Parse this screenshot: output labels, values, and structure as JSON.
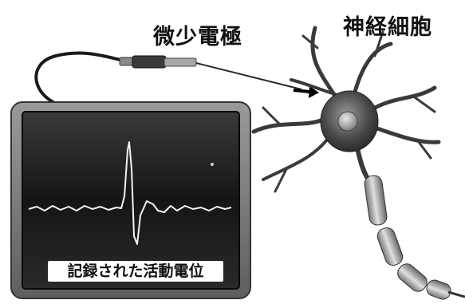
{
  "labels": {
    "microelectrode": "微少電極",
    "neuron": "神経細胞",
    "recorded_potential": "記録された活動電位"
  },
  "icons": {
    "arrow": "arrow-right-icon",
    "electrode": "electrode-icon",
    "neuron": "neuron-icon",
    "monitor": "oscilloscope-monitor-icon"
  },
  "colors": {
    "monitor_frame": "#7a7a7a",
    "screen": "#1c1c1c",
    "trace": "#f2f2f2",
    "neuron_body": "#3d3d3d",
    "myelin": "#b8b8b8"
  }
}
